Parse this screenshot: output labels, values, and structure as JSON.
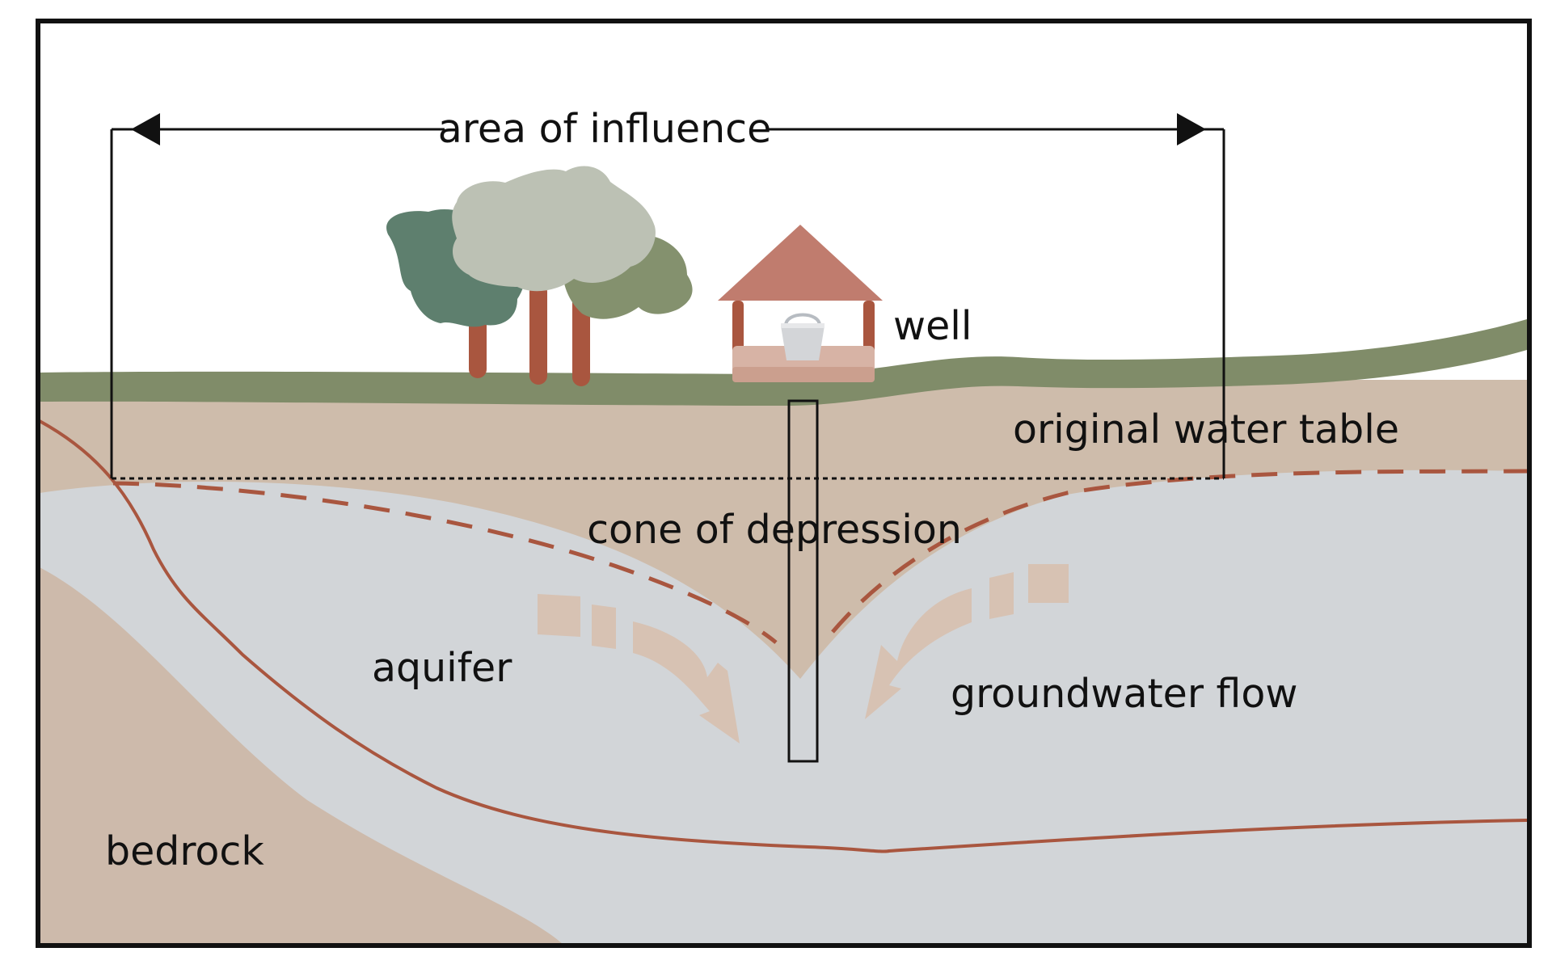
{
  "labels": {
    "area_of_influence": "area of influence",
    "well": "well",
    "original_water_table": "original water table",
    "cone_of_depression": "cone of depression",
    "aquifer": "aquifer",
    "groundwater_flow": "groundwater flow",
    "bedrock": "bedrock"
  },
  "colors": {
    "frame": "#111111",
    "soil": "#cebcab",
    "aquifer": "#d2d5d8",
    "bedrock": "#cdbaab",
    "grass": "#808c69",
    "water_line": "#a9563f",
    "roof": "#c07c6e",
    "posts": "#a9563f",
    "flow_arrows": "#d7c2b3",
    "tree_dark": "#5e7f6e",
    "tree_light": "#bcc1b4",
    "tree_mid": "#84916e"
  },
  "icons": {
    "trees": "tree-icon",
    "well": "well-house-icon",
    "bucket": "bucket-icon"
  }
}
